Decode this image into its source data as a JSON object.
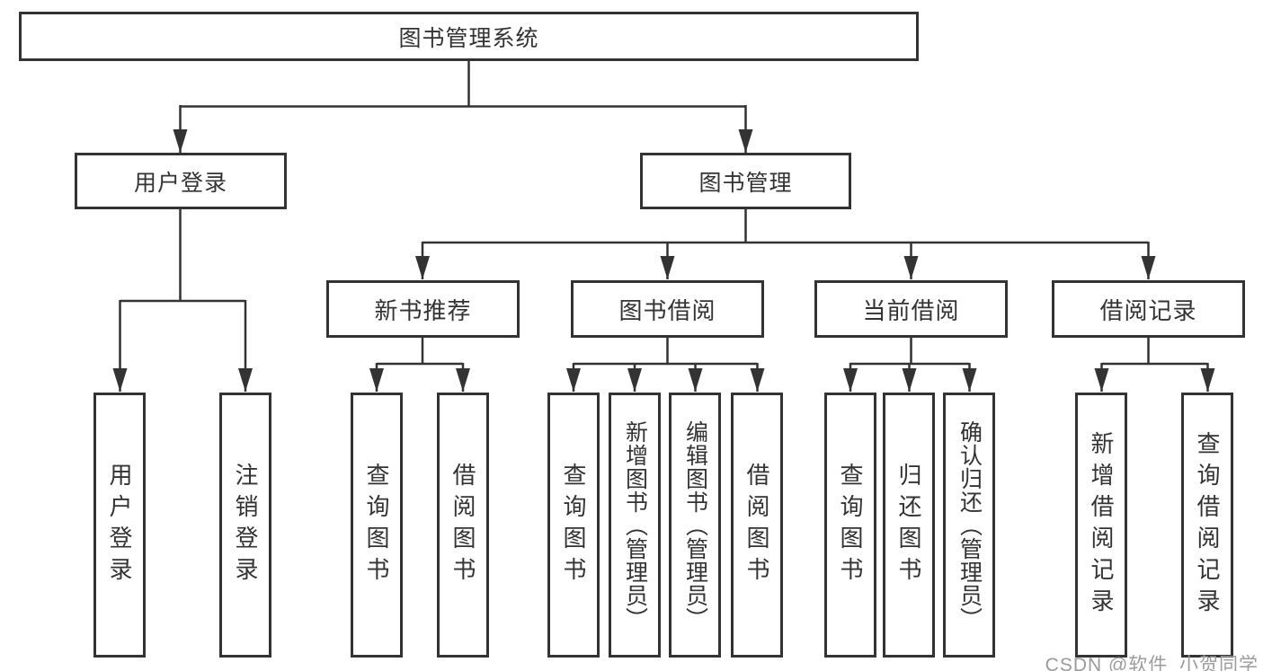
{
  "diagram": {
    "root": {
      "label": "图书管理系统"
    },
    "level2": {
      "user_login": {
        "label": "用户登录"
      },
      "book_management": {
        "label": "图书管理"
      }
    },
    "level3": {
      "new_book_recommend": {
        "label": "新书推荐"
      },
      "book_borrow": {
        "label": "图书借阅"
      },
      "current_borrow": {
        "label": "当前借阅"
      },
      "borrow_records": {
        "label": "借阅记录"
      }
    },
    "leaves": {
      "user": [
        "用户登录",
        "注销登录"
      ],
      "new_book": [
        "查询图书",
        "借阅图书"
      ],
      "borrow": [
        "查询图书",
        "新增图书（管理员）",
        "编辑图书（管理员）",
        "借阅图书"
      ],
      "current": [
        "查询图书",
        "归还图书",
        "确认归还（管理员）"
      ],
      "records": [
        "新增借阅记录",
        "查询借阅记录"
      ]
    },
    "watermark": "CSDN @软件_小贺同学",
    "colors": {
      "line": "#333333",
      "text": "#333333",
      "box_background": "#ffffff",
      "watermark": "#9b9b9b",
      "background": "#ffffff"
    }
  }
}
